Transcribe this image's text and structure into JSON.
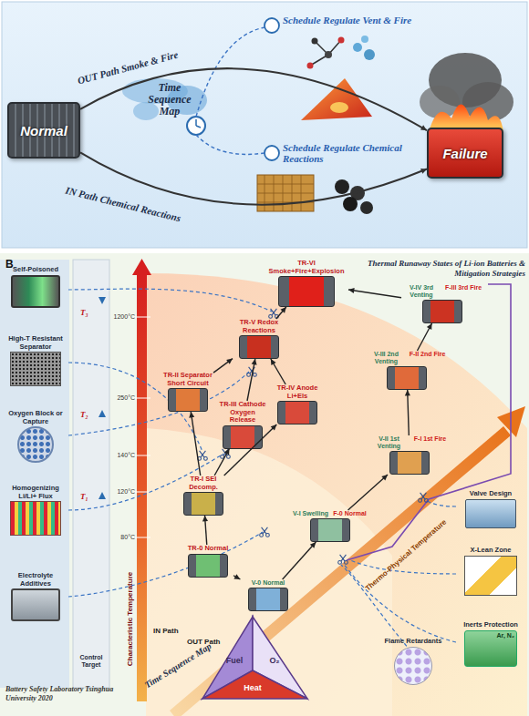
{
  "diagram": {
    "title": "Thermal Runaway States of Li-ion Batteries & Mitigation Strategies",
    "nodes": [
      {
        "text": [
          "Normal"
        ]
      },
      {
        "text": [
          "Failure"
        ]
      },
      {
        "text": [
          "TR-0 Normal"
        ]
      },
      {
        "text": [
          "TR-I SEI Decomp."
        ]
      },
      {
        "text": [
          "TR-II Separator Short Circuit"
        ]
      },
      {
        "text": [
          "TR-III Cathode Oxygen Release"
        ]
      },
      {
        "text": [
          "TR-IV Anode Li+Els"
        ]
      },
      {
        "text": [
          "TR-V Redox Reactions"
        ]
      },
      {
        "text": [
          "TR-VI Smoke+Fire+Explosion"
        ]
      },
      {
        "text": [
          "V-0 Normal"
        ]
      },
      {
        "text": [
          "V-I Swelling",
          "F-0 Normal"
        ]
      },
      {
        "text": [
          "V-II 1st Venting",
          "F-I 1st Fire"
        ]
      },
      {
        "text": [
          "V-III 2nd Venting",
          "F-II 2nd Fire"
        ]
      },
      {
        "text": [
          "V-IV 3rd Venting",
          "F-III 3rd Fire"
        ]
      },
      {
        "text": [
          "Self-Poisoned"
        ]
      },
      {
        "text": [
          "High-T Resistant Separator"
        ]
      },
      {
        "text": [
          "Oxygen Block or Capture"
        ]
      },
      {
        "text": [
          "Homogenizing Li/Li+ Flux"
        ]
      },
      {
        "text": [
          "Electrolyte Additives"
        ]
      },
      {
        "text": [
          "Valve Design"
        ]
      },
      {
        "text": [
          "X-Lean Zone"
        ]
      },
      {
        "text": [
          "Inerts Protection",
          "Ar, N₂"
        ]
      },
      {
        "text": [
          "Flame Retardants"
        ]
      },
      {
        "text": [
          "Fuel",
          "O₂",
          "Heat"
        ]
      }
    ],
    "edges": [
      {
        "from": 0,
        "to": 1,
        "label": "OUT Path Smoke & Fire",
        "arrow": "to"
      },
      {
        "from": 0,
        "to": 1,
        "label": "IN Path Chemical Reactions",
        "arrow": "to"
      },
      {
        "from": 2,
        "to": 3,
        "arrow": "to"
      },
      {
        "from": 3,
        "to": 4,
        "arrow": "to"
      },
      {
        "from": 3,
        "to": 5,
        "arrow": "to"
      },
      {
        "from": 3,
        "to": 6,
        "arrow": "to"
      },
      {
        "from": 4,
        "to": 7,
        "arrow": "to"
      },
      {
        "from": 5,
        "to": 7,
        "arrow": "to"
      },
      {
        "from": 6,
        "to": 7,
        "arrow": "to"
      },
      {
        "from": 7,
        "to": 8,
        "arrow": "to"
      },
      {
        "from": 2,
        "to": 9,
        "arrow": "to"
      },
      {
        "from": 9,
        "to": 10,
        "arrow": "to"
      },
      {
        "from": 10,
        "to": 11,
        "arrow": "to"
      },
      {
        "from": 11,
        "to": 12,
        "arrow": "to"
      },
      {
        "from": 12,
        "to": 13,
        "arrow": "to"
      },
      {
        "from": 13,
        "to": 8,
        "arrow": "to"
      }
    ],
    "labels": [
      "Time Sequence Map",
      "Schedule Regulate Vent & Fire",
      "Schedule Regulate Chemical Reactions",
      "B",
      "1200°C",
      "250°C",
      "140°C",
      "120°C",
      "80°C",
      "T₃",
      "T₂",
      "T₁",
      "Control Target",
      "Characteristic Temperature",
      "IN Path",
      "OUT Path",
      "Time Sequence Map",
      "Thermo-Physical Temperature",
      "Battery Safety Laboratory Tsinghua University 2020"
    ]
  }
}
